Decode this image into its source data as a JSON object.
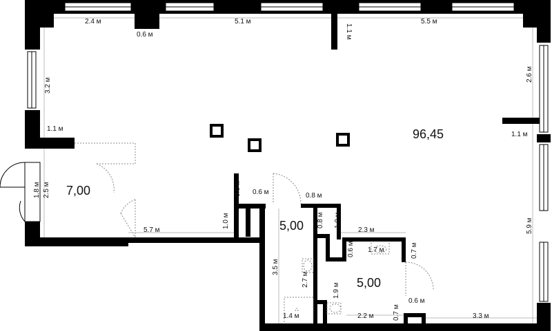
{
  "plan": {
    "areas": {
      "main_hall": "96,45",
      "left_room": "7,00",
      "center_room": "5,00",
      "bath_room": "5,00"
    },
    "dimensions": {
      "top_left_2_4": "2.4 м",
      "top_pillar_0_6": "0.6 м",
      "top_mid_5_1": "5.1 м",
      "top_partition_1_1": "1.1 м",
      "top_right_5_5": "5.5 м",
      "right_2_6": "2.6 м",
      "right_stub_1_1": "1.1 м",
      "right_5_9": "5.9 м",
      "left_3_2": "3.2 м",
      "left_stub_1_1": "1.1 м",
      "left_door_1_8": "1.8 м",
      "left_room_2_5": "2.5 м",
      "left_room_5_7": "5.7 м",
      "col_0_8": "0.8 м",
      "col_0_6": "0.6 м",
      "col_1_0": "1.0 м",
      "center_0_8_top": "0.8 м",
      "center_0_8_side": "0.8 м",
      "center_1_0": "1.0 м",
      "center_3_5": "3.5 м",
      "center_2_7": "2.7 м",
      "bath_2_3": "2.3 м",
      "bath_1_7": "1.7 м",
      "bath_0_6": "0.6 м",
      "bath_0_7_right": "0.7 м",
      "bath_1_9": "1.9 м",
      "bath_1_4": "1.4 м",
      "bath_2_2": "2.2 м",
      "bath_0_7_bottom": "0.7 м",
      "bath_0_6_bottom": "0.6 м",
      "bottom_3_3": "3.3 м"
    }
  }
}
